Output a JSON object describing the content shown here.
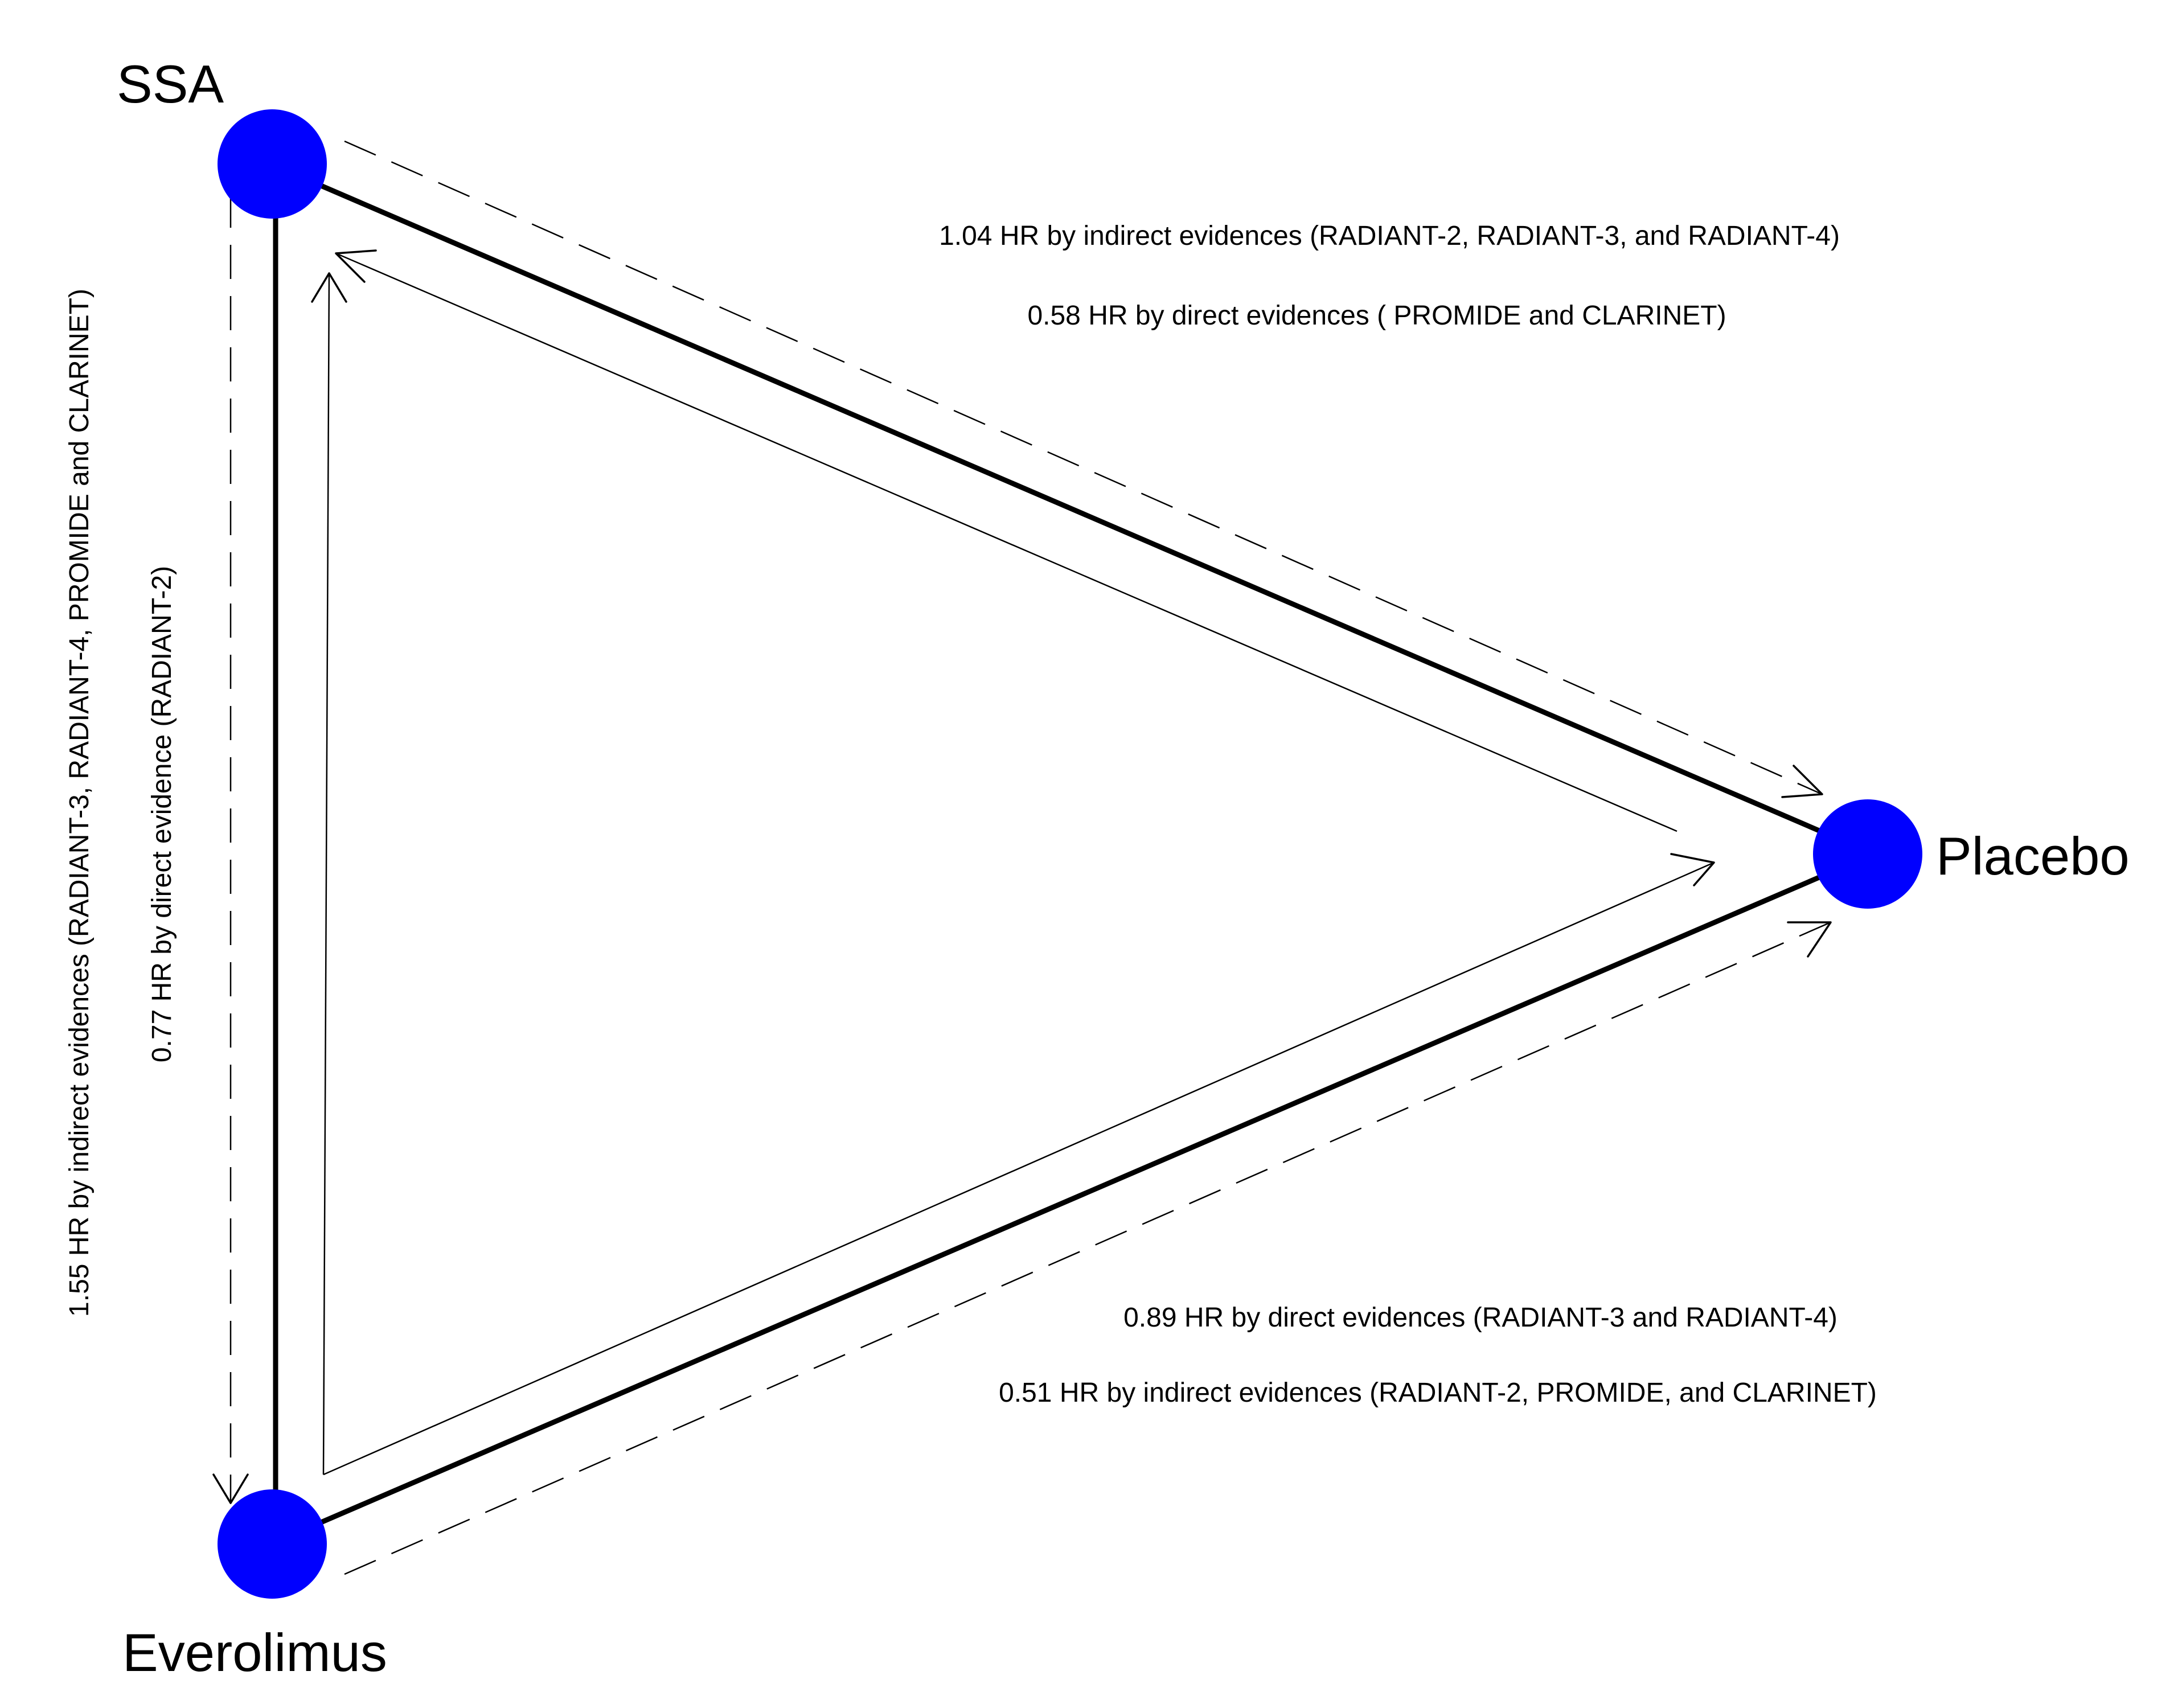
{
  "nodes": {
    "ssa": {
      "label": "SSA",
      "color": "#0000FF"
    },
    "placebo": {
      "label": "Placebo",
      "color": "#0000FF"
    },
    "everolimus": {
      "label": "Everolimus",
      "color": "#0000FF"
    }
  },
  "edges": {
    "ssa_placebo": {
      "indirect": "1.04 HR by indirect evidences (RADIANT-2, RADIANT-3, and RADIANT-4)",
      "direct": "0.58 HR by direct evidences ( PROMIDE and CLARINET)"
    },
    "everolimus_placebo": {
      "direct": "0.89 HR by direct evidences (RADIANT-3 and RADIANT-4)",
      "indirect": "0.51 HR by indirect evidences (RADIANT-2, PROMIDE, and CLARINET)"
    },
    "ssa_everolimus": {
      "indirect": "1.55 HR by indirect evidences (RADIANT-3, RADIANT-4, PROMIDE and CLARINET)",
      "direct": "0.77 HR  by direct evidence (RADIANT-2)"
    }
  }
}
